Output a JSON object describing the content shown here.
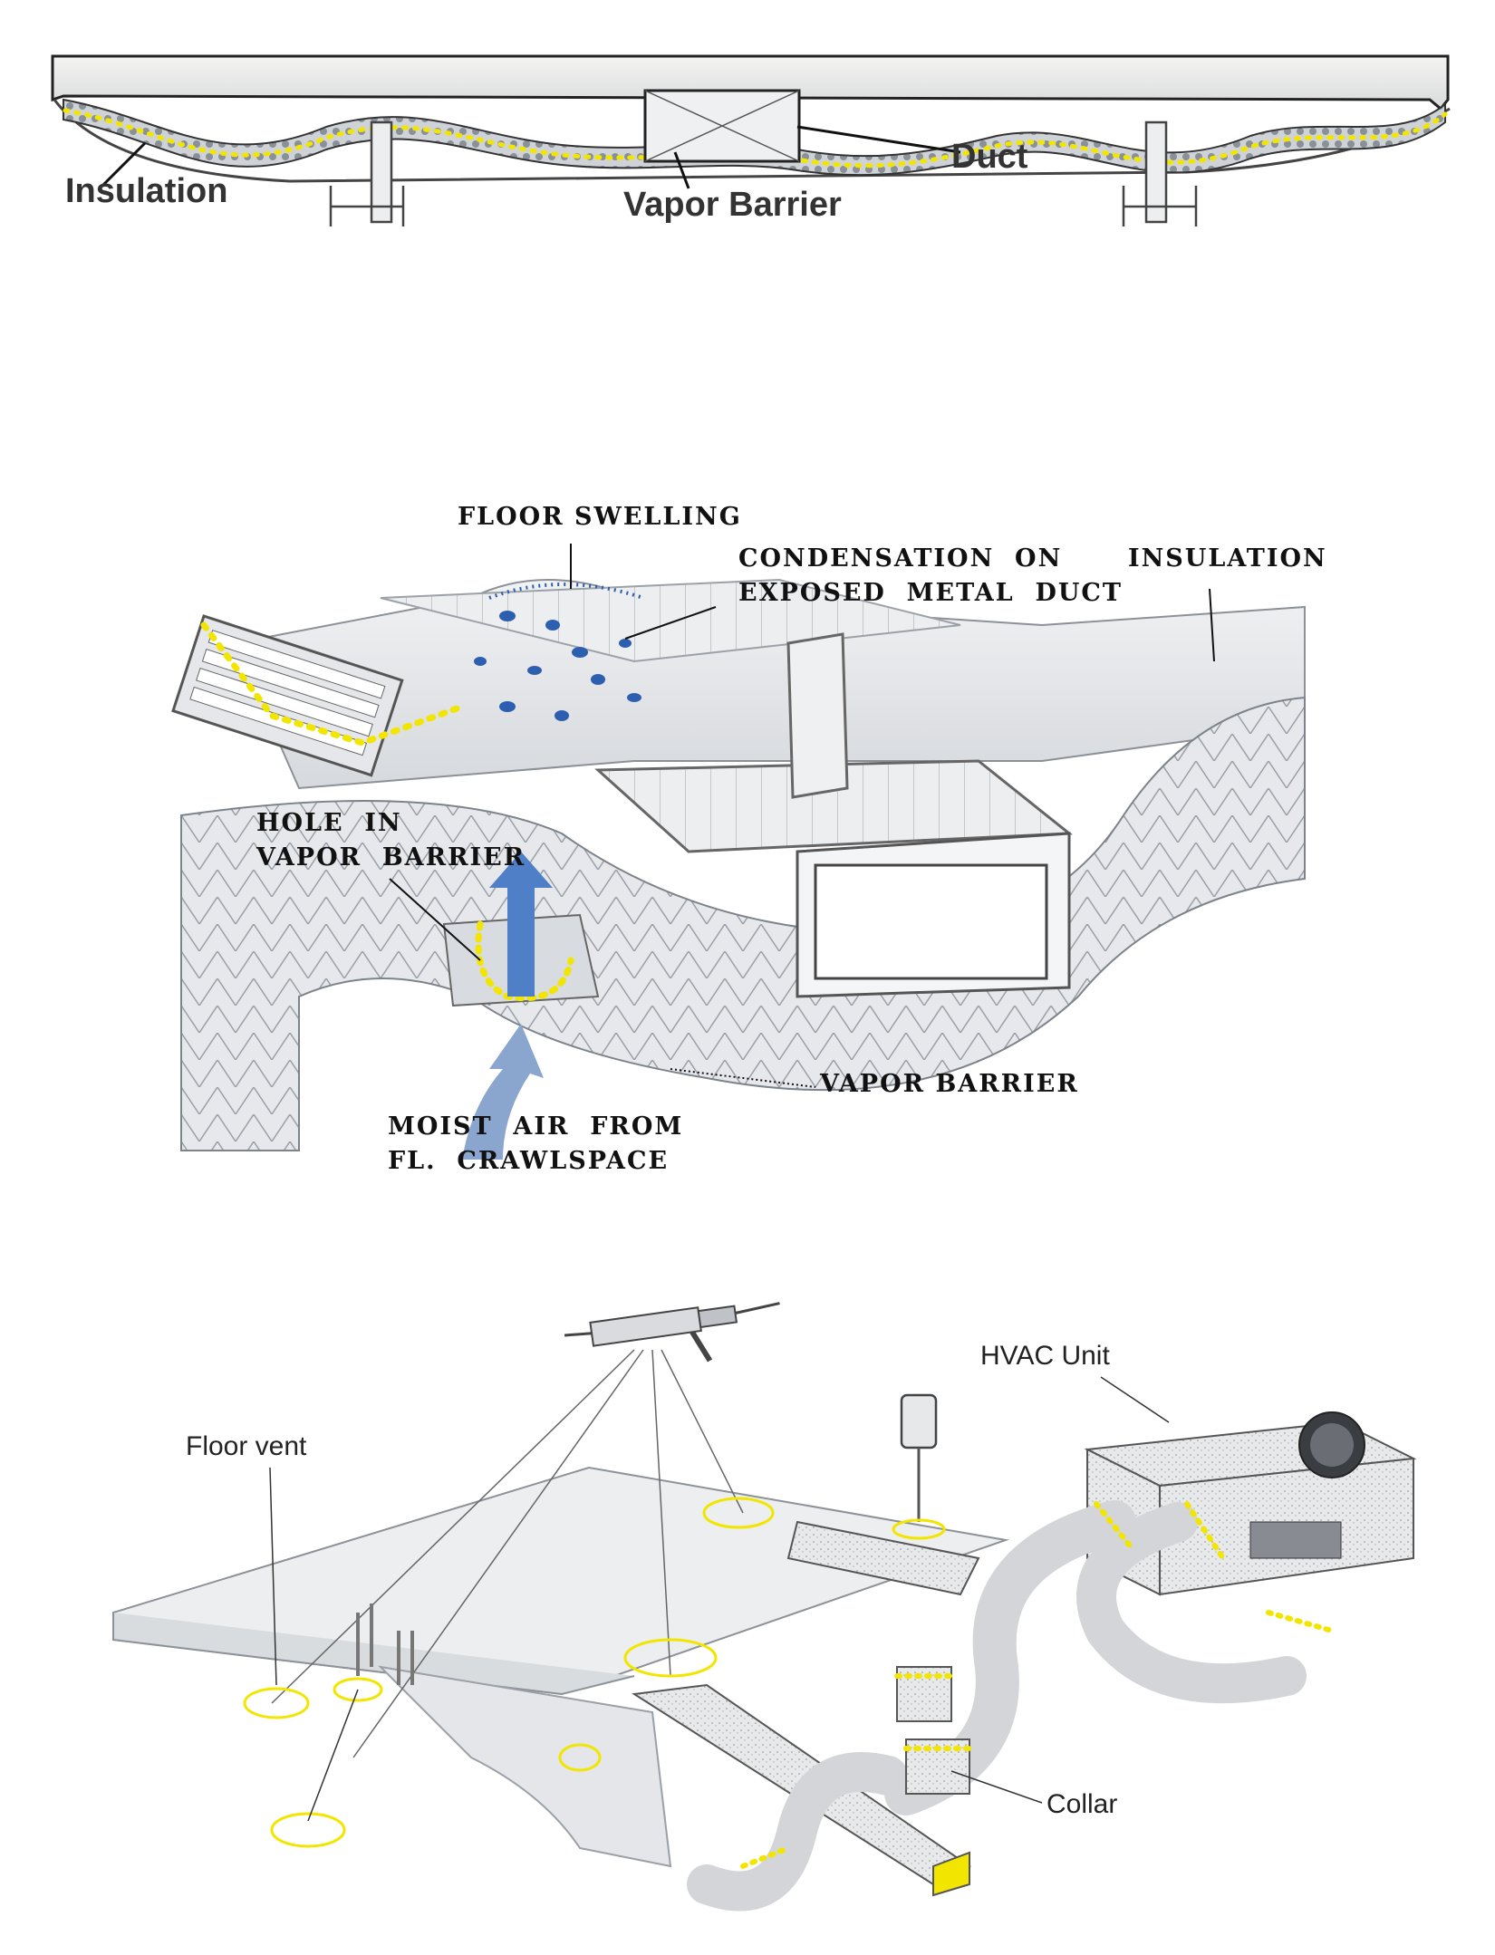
{
  "panel_1": {
    "labels": {
      "insulation": "Insulation",
      "duct": "Duct",
      "vapor_barrier": "Vapor Barrier"
    }
  },
  "panel_2": {
    "labels": {
      "floor_swelling": "FLOOR  SWELLING",
      "condensation": "CONDENSATION  ON\nEXPOSED  METAL  DUCT",
      "insulation": "INSULATION",
      "hole_in_vapor_barrier": "HOLE  IN\nVAPOR  BARRIER",
      "vapor_barrier": "VAPOR  BARRIER",
      "moist_air": "MOIST  AIR  FROM\nFL.  CRAWLSPACE"
    }
  },
  "panel_3": {
    "labels": {
      "hvac_unit": "HVAC Unit",
      "floor_vent": "Floor vent",
      "collar": "Collar"
    }
  },
  "colors": {
    "seal_highlight": "#f2e600",
    "condensation": "#2d5fb0",
    "airflow": "#4f7fc6",
    "linework": "#555555",
    "surface": "#e9ebee"
  }
}
